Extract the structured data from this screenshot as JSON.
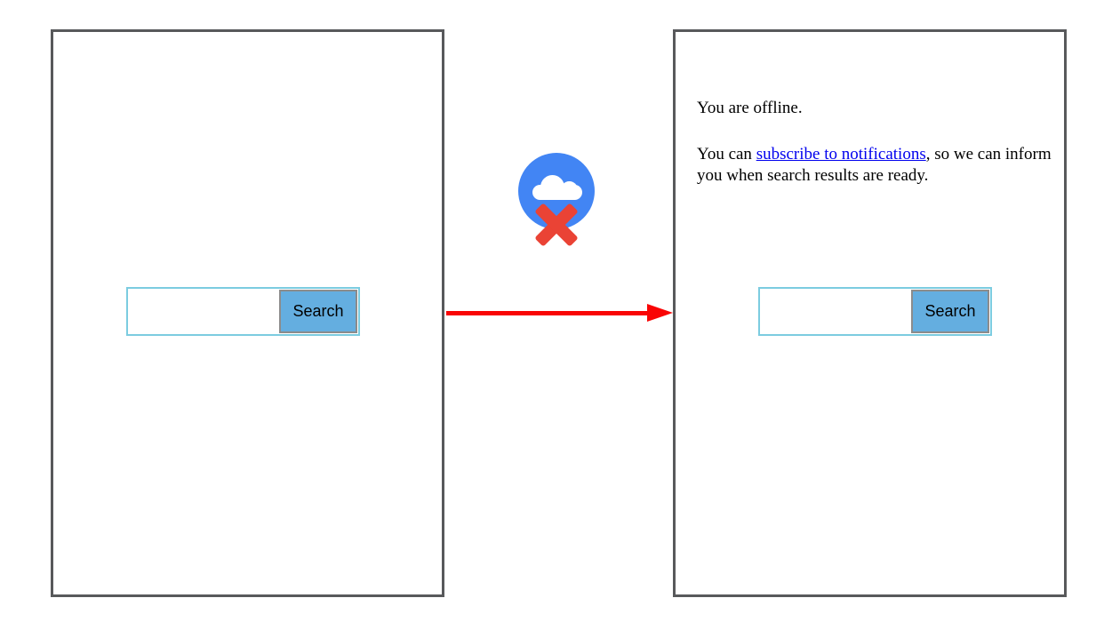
{
  "diagram": {
    "left_frame": {
      "search_form": {
        "input_value": "",
        "button_label": "Search"
      }
    },
    "right_frame": {
      "message_offline": "You are offline.",
      "message_subscribe_prefix": "You can ",
      "message_subscribe_link": "subscribe to notifications",
      "message_subscribe_suffix": ", so we can inform you when search results are ready.",
      "search_form": {
        "input_value": "",
        "button_label": "Search"
      }
    },
    "connector": {
      "icon": "offline-cloud-icon",
      "direction": "left-to-right"
    },
    "colors": {
      "frame_border": "#58595B",
      "input_border": "#7CCCE0",
      "button_background": "#64AEE0",
      "button_border": "#8C8C8C",
      "circle_blue": "#4285F4",
      "cross_red": "#EA4335",
      "arrow_red": "#F90505",
      "link_blue": "#0000EE"
    }
  }
}
